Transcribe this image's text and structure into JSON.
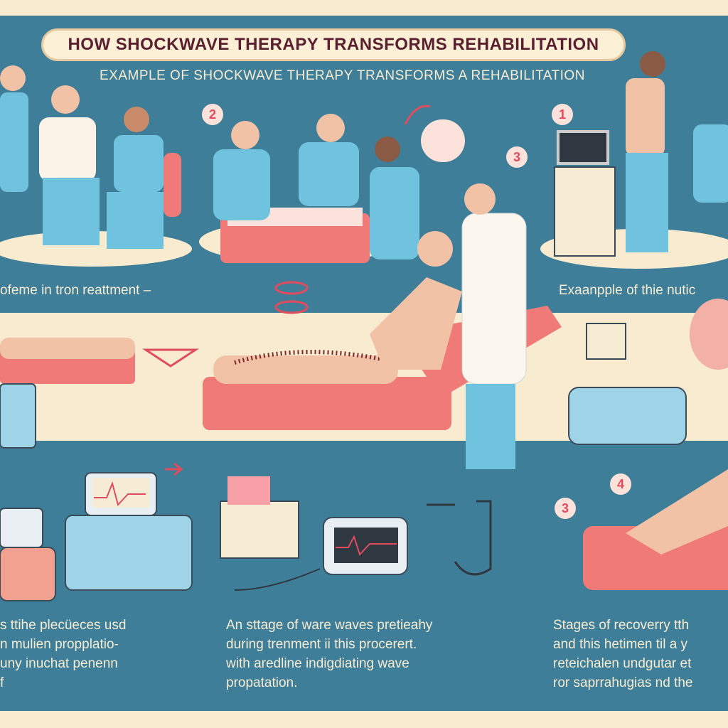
{
  "title": "How Shockwave Therapy Transforms Rehabilitation",
  "subtitle": "Example of shockwave therapy transforms a rehabilitation",
  "captions": {
    "left_middle": "ofeme in tron reattment –",
    "right_middle": "Exaanpple of thie nutic"
  },
  "step_numbers": [
    "2",
    "3",
    "1",
    "3",
    "4"
  ],
  "bottom_texts": {
    "left": [
      "s ttihe plecüeces usd",
      "n mulien propplatio-",
      "uny  inuchat penenn",
      "f"
    ],
    "center": [
      "An sttage of  ware waves pretieahy",
      "during trenment ii this procerert.",
      "with aredline  indigdiating wave",
      "propatation."
    ],
    "right": [
      "Stages of recoverry tth",
      "and this hetimen til a y",
      "reteichalen undgutar et",
      "ror saprrahugias nd the"
    ]
  },
  "colors": {
    "panel": "#3f7e98",
    "cream": "#f8ebcf",
    "accent": "#e04c5e",
    "scrubs": "#6fc3df",
    "bed": "#ef7a78"
  }
}
